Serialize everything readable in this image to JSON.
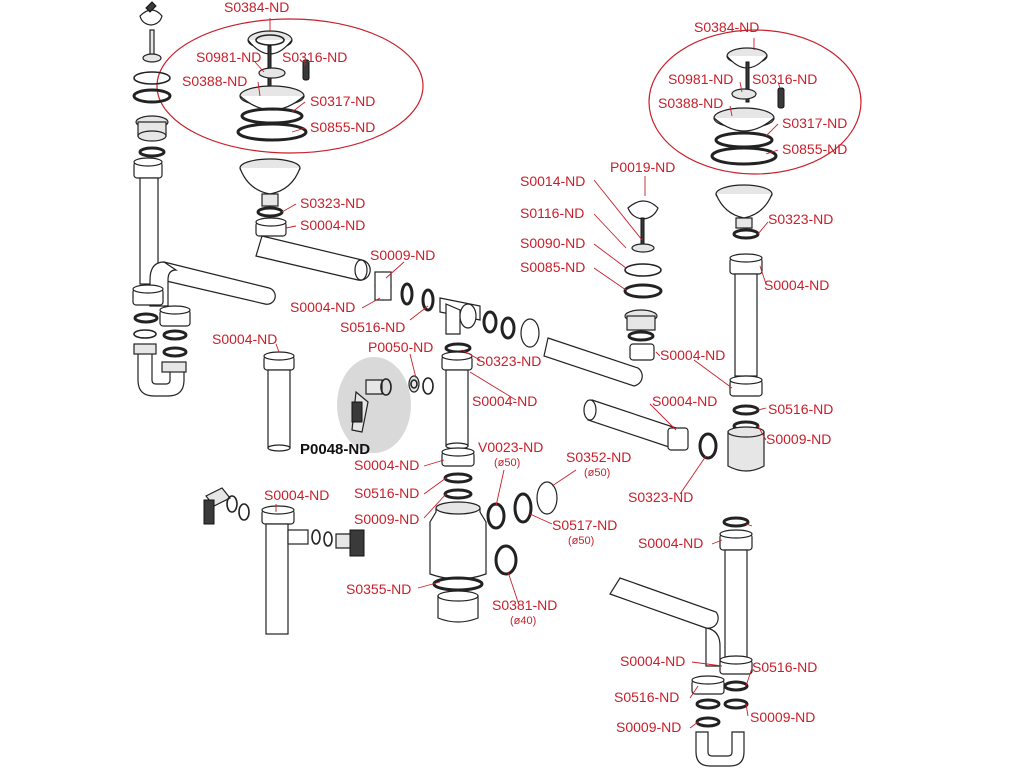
{
  "labels": {
    "a1": "S0384-ND",
    "a2": "S0981-ND",
    "a3": "S0316-ND",
    "a4": "S0388-ND",
    "a5": "S0317-ND",
    "a6": "S0855-ND",
    "b1": "S0384-ND",
    "b2": "S0981-ND",
    "b3": "S0316-ND",
    "b4": "S0388-ND",
    "b5": "S0317-ND",
    "b6": "S0855-ND",
    "c1": "S0323-ND",
    "c2": "S0004-ND",
    "c3": "S0009-ND",
    "c4": "S0004-ND",
    "c5": "S0516-ND",
    "c6": "P0050-ND",
    "c7": "S0323-ND",
    "c8": "S0004-ND",
    "c9": "S0004-ND",
    "d1": "P0019-ND",
    "d2": "S0014-ND",
    "d3": "S0116-ND",
    "d4": "S0090-ND",
    "d5": "S0085-ND",
    "d6": "S0323-ND",
    "d7": "S0004-ND",
    "d8": "S0004-ND",
    "d9": "S0004-ND",
    "d10": "S0516-ND",
    "d11": "S0009-ND",
    "d12": "S0323-ND",
    "e1": "P0048-ND",
    "e2": "S0004-ND",
    "e3": "S0516-ND",
    "e4": "S0009-ND",
    "e5": "V0023-ND",
    "e6": "S0352-ND",
    "e7": "S0517-ND",
    "e8": "S0355-ND",
    "e9": "S0381-ND",
    "e10": "S0004-ND",
    "f1": "S0004-ND",
    "f2": "S0004-ND",
    "f3": "S0516-ND",
    "f4": "S0516-ND",
    "f5": "S0009-ND",
    "f6": "S0009-ND"
  },
  "subs": {
    "v0023": "(ø50)",
    "s0352": "(ø50)",
    "s0517": "(ø50)",
    "s0381": "(ø40)"
  },
  "colors": {
    "label": "#c8202b",
    "line": "#222222",
    "highlight": "#d9d9d9"
  }
}
